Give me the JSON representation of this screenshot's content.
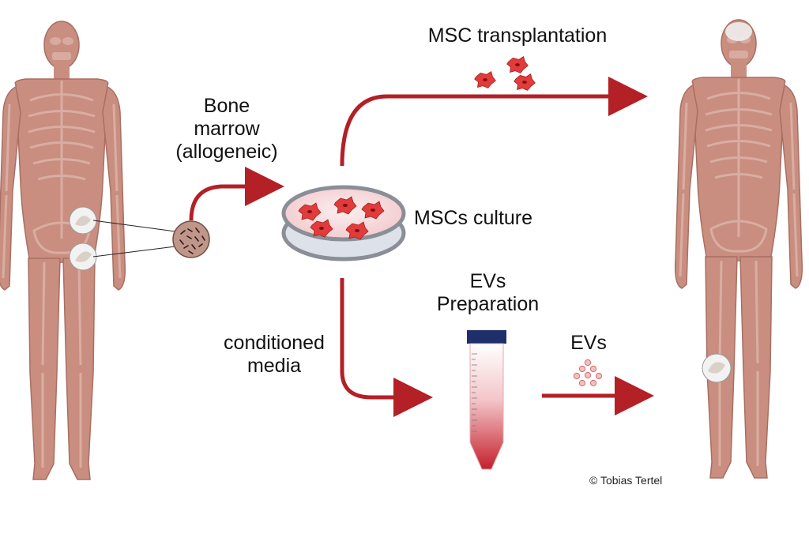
{
  "labels": {
    "bone_marrow": "Bone\nmarrow\n(allogeneic)",
    "msc_transplantation": "MSC transplantation",
    "mscs_culture": "MSCs culture",
    "evs_preparation": "EVs\nPreparation",
    "conditioned_media": "conditioned\nmedia",
    "evs": "EVs",
    "copyright": "© Tobias Tertel"
  },
  "colors": {
    "body": "#c98e80",
    "body_outline": "#a86f62",
    "bone": "#dcb3a8",
    "arrow": "#b32025",
    "cell": "#e13b3b",
    "dish_rim": "#8a8e96",
    "dish_fill": "#f6dadd",
    "tube_cap": "#1f2f6b",
    "tube_gradient_top": "#ffffff",
    "tube_gradient_bottom": "#c4202c",
    "marrow_disk": "#c0968a",
    "ev_particle": "#e79393"
  },
  "icons": {
    "left_body": "human-body-skeleton-icon",
    "right_body": "human-body-skeleton-icon",
    "marrow_sample": "bone-marrow-sample-icon",
    "petri_dish": "petri-dish-icon",
    "tube": "centrifuge-tube-icon",
    "evs": "extracellular-vesicles-icon",
    "cells": "msc-cells-icon"
  }
}
